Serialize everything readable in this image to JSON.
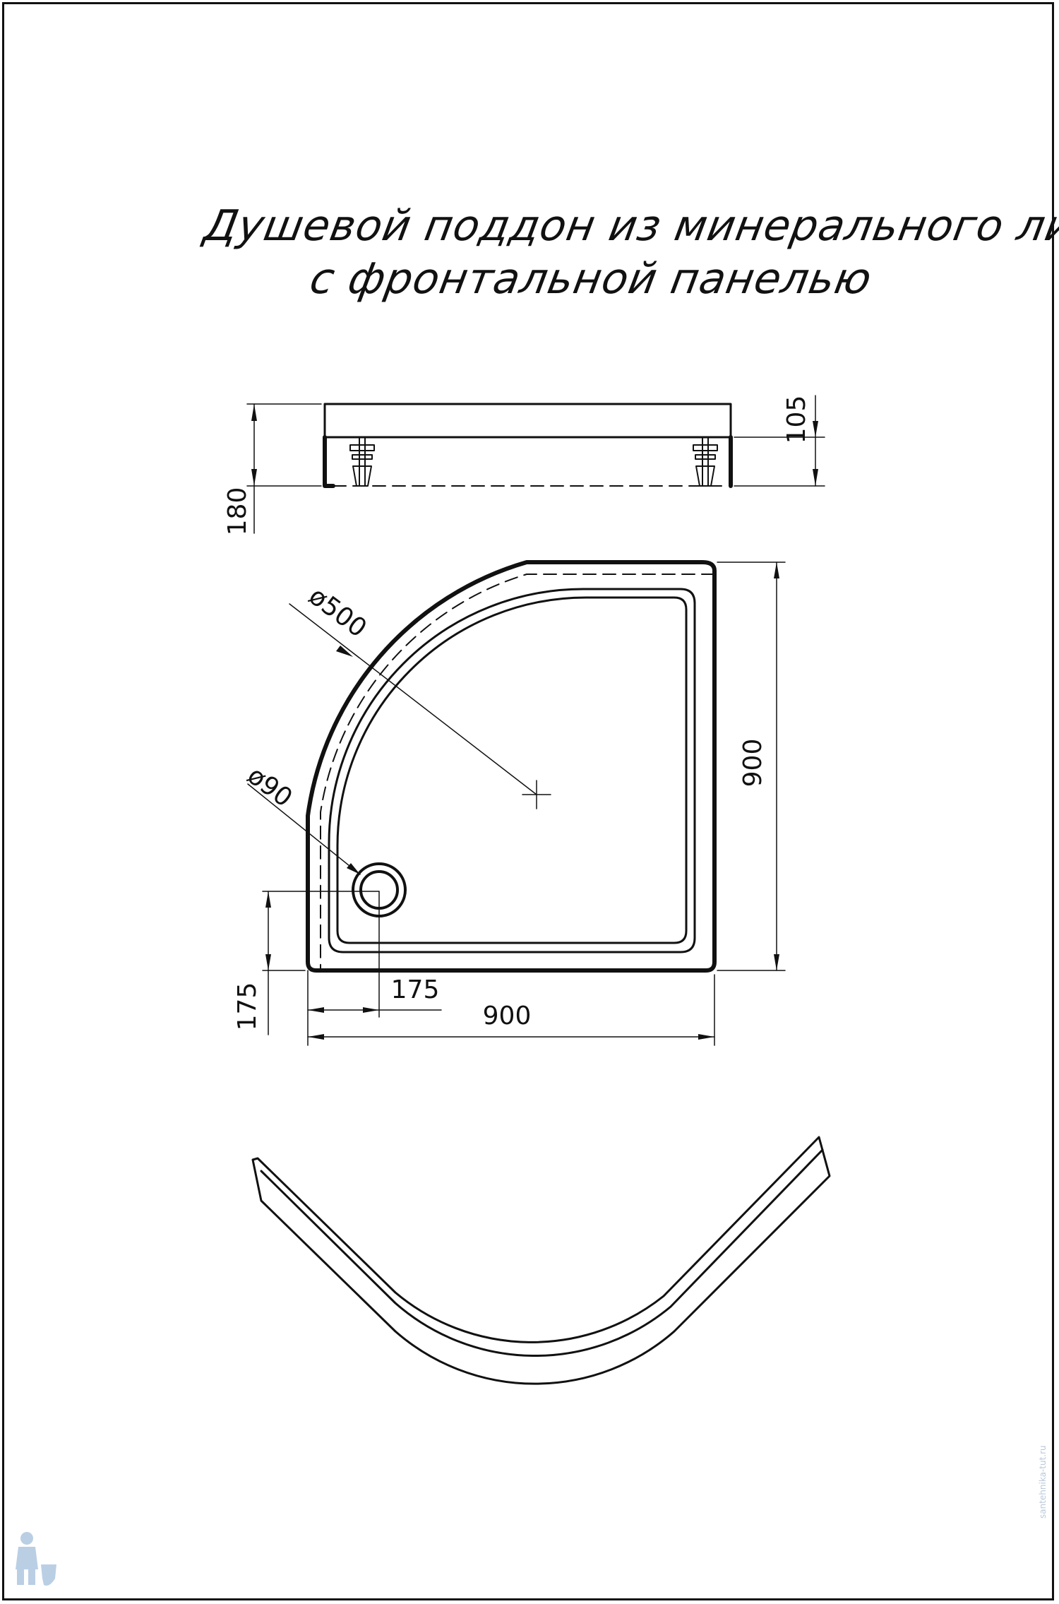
{
  "title": {
    "line1": "Душевой поддон из минерального литья",
    "line2": "с фронтальной панелью"
  },
  "dimensions": {
    "side_height_total": "180",
    "side_panel_height": "105",
    "bowl_radius": "ø500",
    "drain_diameter": "ø90",
    "depth": "900",
    "width": "900",
    "drain_offset_x": "175",
    "drain_offset_y": "175"
  },
  "watermark": {
    "icon": "plumber-logo-icon",
    "side_text": "santehnika-tut.ru"
  },
  "colors": {
    "line": "#111111",
    "watermark": "#a9c4de"
  }
}
